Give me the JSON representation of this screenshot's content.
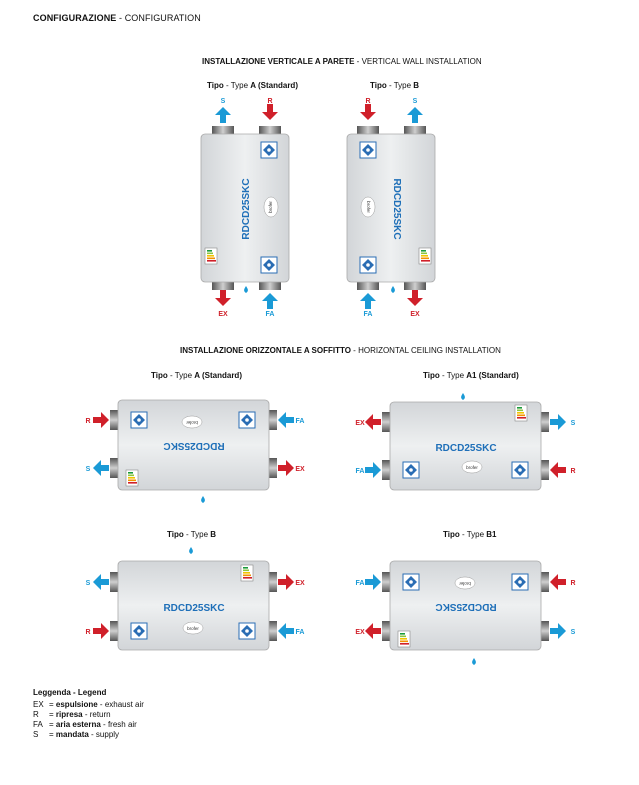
{
  "page": {
    "title_bold": "CONFIGURAZIONE",
    "title_light": " - CONFIGURATION"
  },
  "vertical": {
    "heading_bold": "INSTALLAZIONE VERTICALE A PARETE",
    "heading_light": " - VERTICAL WALL INSTALLATION",
    "type_a": {
      "prefix": "Tipo",
      "label": " - Type ",
      "name": "A (Standard)"
    },
    "type_b": {
      "prefix": "Tipo",
      "label": " - Type ",
      "name": "B"
    }
  },
  "horizontal": {
    "heading_bold": "INSTALLAZIONE ORIZZONTALE A SOFFITTO",
    "heading_light": " - HORIZONTAL CEILING INSTALLATION",
    "type_a": {
      "prefix": "Tipo",
      "label": " - Type ",
      "name": "A (Standard)"
    },
    "type_a1": {
      "prefix": "Tipo",
      "label": " - Type ",
      "name": "A1 (Standard)"
    },
    "type_b": {
      "prefix": "Tipo",
      "label": " - Type ",
      "name": "B"
    },
    "type_b1": {
      "prefix": "Tipo",
      "label": " - Type ",
      "name": "B1"
    }
  },
  "unit": {
    "model": "RDCD25SKC",
    "brand": "brofer"
  },
  "flows": {
    "ex": "EX",
    "r": "R",
    "fa": "FA",
    "s": "S"
  },
  "legend": {
    "title": "Leggenda - Legend",
    "items": [
      {
        "code": "EX",
        "it": "espulsione",
        "en": " - exhaust air"
      },
      {
        "code": "R",
        "it": "ripresa",
        "en": " - return"
      },
      {
        "code": "FA",
        "it": "aria esterna",
        "en": " - fresh air"
      },
      {
        "code": "S",
        "it": "mandata",
        "en": " - supply"
      }
    ]
  },
  "colors": {
    "red_arrow": "#d0202a",
    "blue_arrow": "#1a9ad6",
    "unit_body": "#e6e8ea",
    "model_text": "#1e6fb8"
  }
}
